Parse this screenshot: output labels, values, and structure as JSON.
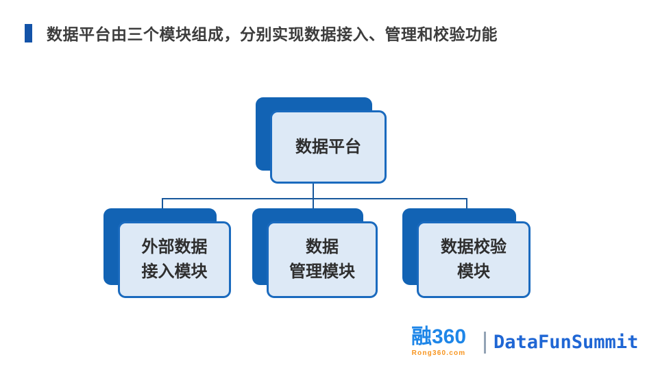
{
  "header": {
    "title": "数据平台由三个模块组成，分别实现数据接入、管理和校验功能",
    "accent_color": "#1353A8"
  },
  "diagram": {
    "root": {
      "label": "数据平台"
    },
    "children": [
      {
        "line1": "外部数据",
        "line2": "接入模块"
      },
      {
        "line1": "数据",
        "line2": "管理模块"
      },
      {
        "line1": "数据校验",
        "line2": "模块"
      }
    ],
    "colors": {
      "card_fill": "#DDE9F6",
      "card_border": "#1A6ABE",
      "shadow": "#1263B4",
      "connector": "#17579B"
    }
  },
  "footer": {
    "rong_logo_text": "融360",
    "rong_logo_sub": "Rong360.com",
    "brand": "DataFunSummit",
    "rong_color": "#1E86E8",
    "rong_sub_color": "#F7941E",
    "brand_color": "#1F66D4"
  }
}
